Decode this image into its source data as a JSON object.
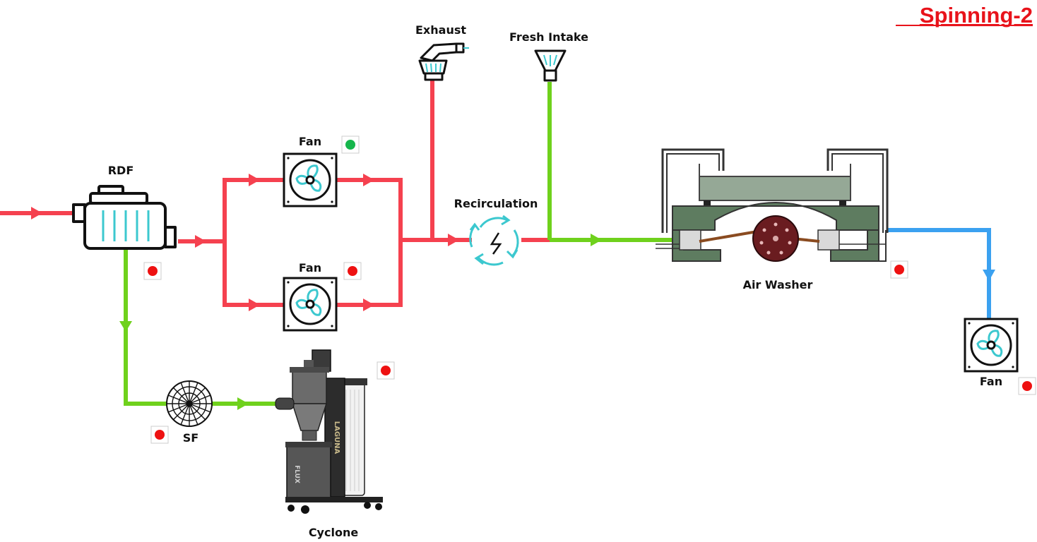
{
  "title": "Spinning-2",
  "labels": {
    "rdf": "RDF",
    "fan_top": "Fan",
    "fan_bottom": "Fan",
    "exhaust": "Exhaust",
    "fresh_intake": "Fresh Intake",
    "recirculation": "Recirculation",
    "air_washer": "Air Washer",
    "fan_right": "Fan",
    "sf": "SF",
    "cyclone": "Cyclone",
    "cyclone_brand": "LAGUNA",
    "cyclone_model": "FLUX"
  },
  "status": {
    "rdf": "off",
    "fan_top": "on",
    "fan_bottom": "off",
    "air_washer": "off",
    "fan_right": "off",
    "sf": "off",
    "cyclone": "off"
  },
  "colors": {
    "hot_air": "#f5414f",
    "fresh_air": "#6fd11c",
    "cool_air": "#3ba1f0",
    "accent_teal": "#3cc8cf",
    "status_on": "#16b64c",
    "status_off": "#ee1111",
    "title": "#e8131b"
  }
}
